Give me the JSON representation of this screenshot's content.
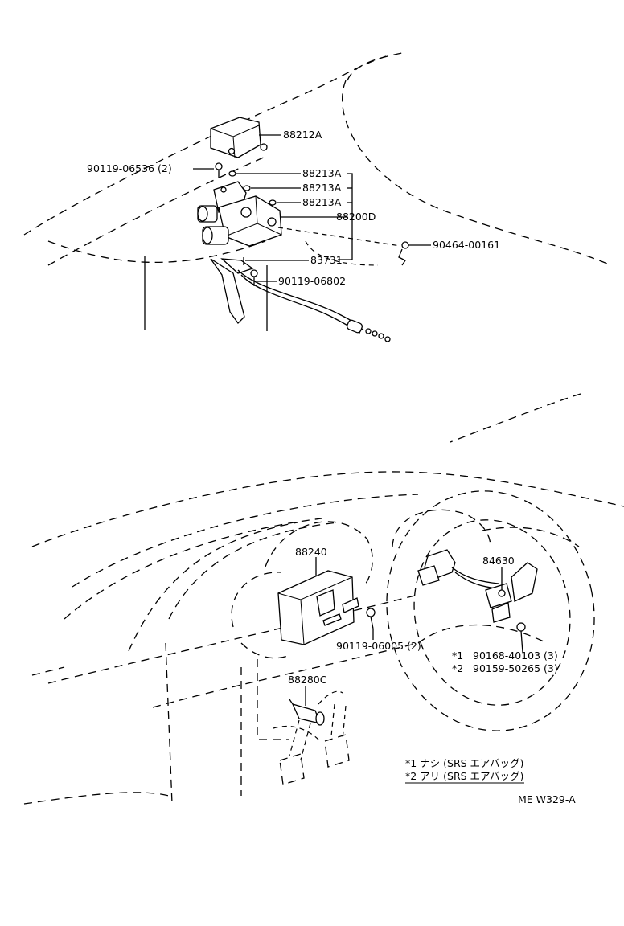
{
  "callouts": {
    "c88212a": "88212A",
    "c90119_06536": "90119-06536 (2)",
    "c88213a_1": "88213A",
    "c88213a_2": "88213A",
    "c88213a_3": "88213A",
    "c88200d": "88200D",
    "c90464_00161": "90464-00161",
    "c83731": "83731",
    "c90119_06802": "90119-06802",
    "c88240": "88240",
    "c84630": "84630",
    "c90119_06005": "90119-06005 (2)",
    "c90168_40103": "90168-40103 (3)",
    "c90159_50265": "90159-50265 (3)",
    "c88280c": "88280C"
  },
  "markers": {
    "star1": "*1",
    "star2": "*2"
  },
  "legend": {
    "line1": "*1  ナシ (SRS  エアバッグ)",
    "line2": "*2  アリ (SRS  エアバッグ)"
  },
  "figure_code": "ME W329-A"
}
